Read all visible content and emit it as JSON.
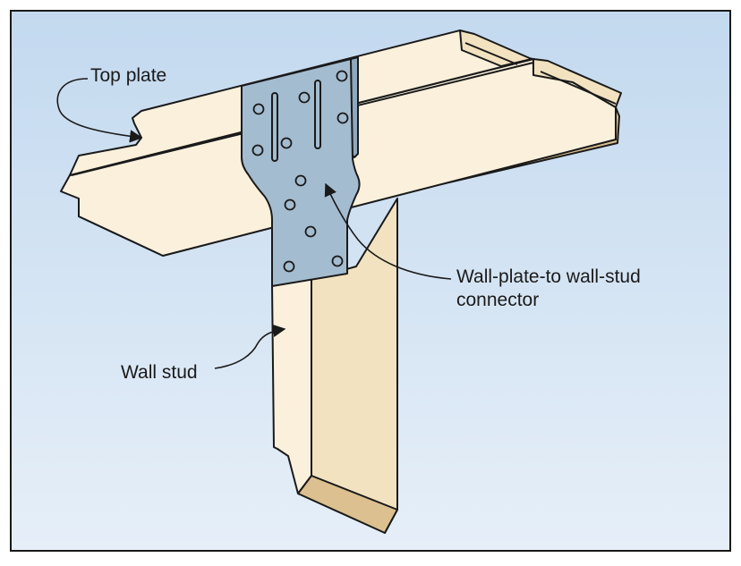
{
  "labels": {
    "top_plate": "Top plate",
    "wall_stud": "Wall stud",
    "connector_line1": "Wall-plate-to wall-stud",
    "connector_line2": "connector"
  },
  "colors": {
    "background_top": "#c3d9ef",
    "background_bottom": "#e6eff8",
    "wood_face_light": "#faf0dc",
    "wood_face_mid": "#f2e2c0",
    "wood_end_grain": "#dcc08f",
    "metal_connector": "#a4bcd0",
    "outline": "#1a1a1a"
  },
  "icons": [
    "hole-icon",
    "slot-icon",
    "arrow-icon"
  ]
}
